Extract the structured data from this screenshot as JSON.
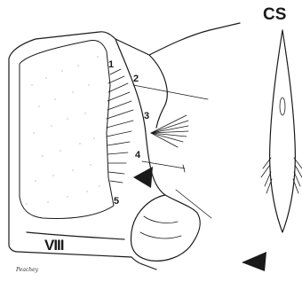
{
  "labels": {
    "segment": "VIII",
    "specimen": "CS",
    "signature": "Peachey",
    "callouts": [
      "1",
      "2",
      "3",
      "4",
      "5"
    ]
  },
  "colors": {
    "ink": "#1a1a1a",
    "paper": "#ffffff",
    "stipple": "#9a9a9a"
  }
}
